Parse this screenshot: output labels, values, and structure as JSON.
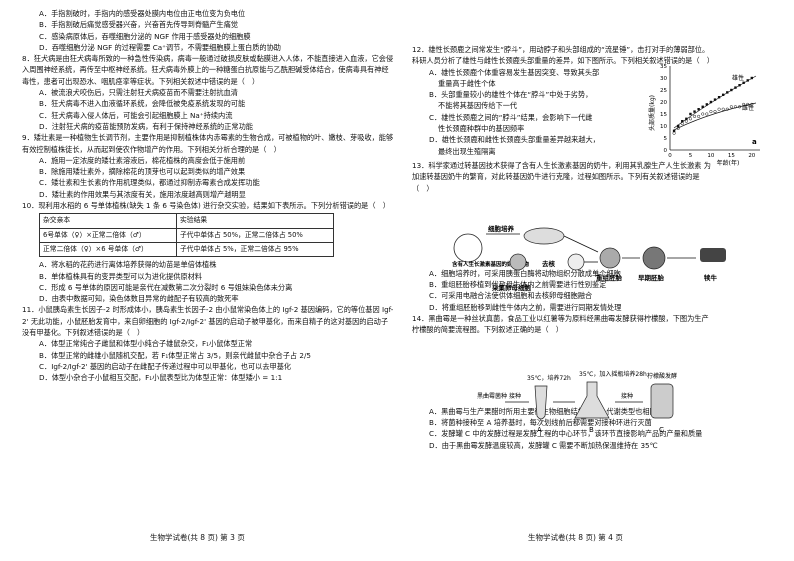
{
  "left": {
    "q7_tail": {
      "options": [
        "A．手指割破时，手指内的感受器处膜内电位由正电位变为负电位",
        "B．手指割破后痛觉感受器兴奋，兴奋首先传导到脊髓产生痛觉",
        "C．感染病原体后，吞噬细胞分泌的 NGF 作用于感受器处的细胞膜",
        "D．吞噬细胞分泌 NGF 的过程需要 Ca⁺调节，不需要细胞膜上蛋白质的协助"
      ]
    },
    "q8": {
      "stem": "8．狂犬病是由狂犬病毒所致的一种急性传染病，病毒一般通过破损皮肤或黏膜进入人体，不能直接进入血液，它会侵入周围神经系统，再传至中枢神经系统。狂犬病毒外膜上的一种糖蛋白抗原能与乙酰胆碱受体结合，使病毒具有神经毒性，患者可出现恐水、咽肌痉挛等症状。下列相关叙述中错误的是（　）",
      "options": [
        "A．被流浪犬咬伤后，只需注射狂犬病疫苗而不需要注射抗血清",
        "B．狂犬病毒不进入血液循环系统，会降低被免疫系统发现的可能",
        "C．狂犬病毒入侵人体后，可能会引起细胞膜上 Na⁺持续内流",
        "D．注射狂犬病的疫苗能预防发病，有利于保持神经系统的正常功能"
      ]
    },
    "q9": {
      "stem": "9．矮壮素是一种植物生长调节剂，主要作用是抑制植株体内赤霉素的生物合成，可被植物的叶、嫩枝、芽吸收，能够有效控制植株徒长，从而起到使农作物增产的作用。下列相关分析合理的是（　）",
      "options": [
        "A．施用一定浓度的矮壮素溶液后，棉花植株的高度会低于施用前",
        "B．除施用矮壮素外，摘除棉花的顶芽也可以起到类似的增产效果",
        "C．矮壮素和生长素的作用机理类似，都通过抑制赤霉素合成发挥功能",
        "D．矮壮素的作用效果与其浓度有关，施用浓度越高则增产越明显"
      ]
    },
    "q10": {
      "stem": "10．现利用水稻的 6 号单体植株(缺失 1 条 6 号染色体) 进行杂交实验，结果如下表所示。下列分析错误的是（　）",
      "table": {
        "header": [
          "杂交亲本",
          "实验结果"
        ],
        "rows": [
          [
            "6号单体（♀）×正常二倍体（♂）",
            "子代中单体占 50%，正常二倍体占 50%"
          ],
          [
            "正常二倍体（♀）×6 号单体（♂）",
            "子代中单体占 5%，正常二倍体占 95%"
          ]
        ]
      },
      "options": [
        "A．将水稻的花药进行离体培养获得的幼苗是单倍体植株",
        "B．单体植株具有的变异类型可以为进化提供原材料",
        "C．形成 6 号单体的原因可能是亲代在减数第二次分裂时 6 号姐妹染色体未分离",
        "D．由表中数据可知，染色体数目异常的雌配子有较高的致死率"
      ]
    },
    "q11": {
      "stem": "11．小鼠胰岛素生长因子-2 时形成体小，胰岛素生长因子-2 由小鼠常染色体上的 Igf-2 基因编码，它的等位基因 Igf-2' 无此功能，小鼠胚胎发育中，来自卵细胞的 Igf-2/Igf-2' 基因的启动子被甲基化，而来自精子的这对基因的启动子没有甲基化。下列叙述错误的是（　）",
      "options": [
        "A．体型正常纯合子雌鼠和体型小纯合子雄鼠杂交，F₁小鼠体型正常",
        "B．体型正常的雌雄小鼠随机交配，若 F₁体型正常占 3/5，则亲代雌鼠中杂合子占 2/5",
        "C．Igf-2/Igf-2' 基因的启动子在雌配子传递过程中可以甲基化，也可以去甲基化",
        "D．体型小杂合子小鼠相互交配，F₁小鼠表型比为体型正常：体型矮小 = 1:1"
      ]
    },
    "footer": "生物学试卷(共 8 页) 第 3 页"
  },
  "right": {
    "q12": {
      "stem_lines": [
        "12．雄性长颈鹿之间常发生“脖斗”，用动脖子和头部组成的“流星锤”，击打对手的薄弱部位。",
        "科研人员分析了雄性与雌性长颈鹿头部重量的差异，如下图所示。下列相关叙述错误的是（　）"
      ],
      "options": [
        "A．雄性长颈鹿个体重容易发生基因突变、导致其头部",
        "重量高于雌性个体",
        "B．头部重量较小的雄性个体在“脖斗”中处于劣势，",
        "不能将其基因传给下一代",
        "C．雄性长颈鹿之间的“脖斗”结果，会影响下一代雌",
        "性长颈鹿种群中的基因频率",
        "D．雄性长颈鹿和雌性长颈鹿头部重量差异越来越大，",
        "最终出现生殖隔离"
      ]
    },
    "q13": {
      "stem_lines": [
        "13．科学家通过转基因技术获得了含有人生长激素基因的奶牛，利用其乳腺生产人生长激素 为",
        "加速转基因奶牛的繁育，对此转基因奶牛进行克隆，过程如图所示。下列有关叙述错误的是",
        "（　）"
      ],
      "options": [
        "A．细胞培养时，可采用胰蛋白酶将动物组织分散成单个细胞",
        "B．重组胚胎移植到代孕母牛体内之前需要进行性别鉴定",
        "C．可采用电融合法使供体细胞和去核卵母细胞融合",
        "D．将重组胚胎移到雌性牛体内之前，需要进行同期发情处理"
      ]
    },
    "q14": {
      "stem_lines": [
        "14．黑曲霉是一种丝状真菌，食品工业以红薯等为原料经黑曲霉发酵获得柠檬酸，下图为生产",
        "柠檬酸的简要流程图。下列叙述正确的是（　）"
      ],
      "options": [
        "A．黑曲霉与生产果醋时所用主要微生物细胞结构相同，代谢类型也相同",
        "B．将菌种接种至 A 培养基时，每次划线前后都需要对接种环进行灭菌",
        "C．发酵罐 C 中的发酵过程是发酵工程的中心环节，该环节直接影响产品的产量和质量",
        "D．由于黑曲霉发酵温度较高，发酵罐 C 需要不断加热保温维持在 35℃"
      ]
    },
    "footer": "生物学试卷(共 8 页) 第 4 页"
  },
  "figures": {
    "chart": {
      "ylabel": "头部质量(kg)",
      "xlabel": "年龄(年)",
      "ytick_labels": [
        "35",
        "30",
        "25",
        "20",
        "15",
        "10",
        "5",
        "0"
      ],
      "xtick_labels": [
        "0",
        "5",
        "10",
        "15",
        "20"
      ],
      "male_label": "雄性",
      "female_label": "雌性",
      "sub_label": "a"
    },
    "flow": {
      "cow_label": "含有人生长激素基因的奶牛细胞",
      "step1": "细胞培养",
      "remove_nucleus": "去核",
      "egg_label": "采集卵母细胞",
      "embryo": "重组胚胎",
      "early_embryo": "早期胚胎",
      "calf": "犊牛"
    },
    "ferm": {
      "temp": "35℃，培养72h",
      "temp2": "35℃，加入摇瓶培养28h",
      "product": "柠檬酸发酵",
      "strain": "黑曲霉菌种",
      "inoc": "接种",
      "a": "A",
      "b": "B",
      "c": "C"
    }
  },
  "chart_data": {
    "type": "scatter",
    "xlabel": "年龄(年)",
    "ylabel": "头部质量(kg)",
    "xlim": [
      0,
      22
    ],
    "ylim": [
      0,
      35
    ],
    "series": [
      {
        "name": "雄性",
        "points": [
          [
            1,
            8
          ],
          [
            2,
            10
          ],
          [
            3,
            12
          ],
          [
            4,
            13
          ],
          [
            5,
            15
          ],
          [
            6,
            16
          ],
          [
            7,
            17
          ],
          [
            8,
            18
          ],
          [
            9,
            19
          ],
          [
            10,
            20
          ],
          [
            11,
            21
          ],
          [
            12,
            22
          ],
          [
            13,
            23
          ],
          [
            14,
            24
          ],
          [
            15,
            25
          ],
          [
            16,
            26
          ],
          [
            17,
            27
          ],
          [
            18,
            28
          ],
          [
            19,
            29
          ],
          [
            20,
            30
          ]
        ]
      },
      {
        "name": "雌性",
        "points": [
          [
            1,
            7
          ],
          [
            2,
            9
          ],
          [
            3,
            11
          ],
          [
            4,
            12
          ],
          [
            5,
            13
          ],
          [
            6,
            14
          ],
          [
            7,
            14
          ],
          [
            8,
            15
          ],
          [
            9,
            15
          ],
          [
            10,
            16
          ],
          [
            11,
            16
          ],
          [
            12,
            17
          ],
          [
            13,
            17
          ],
          [
            14,
            17
          ],
          [
            15,
            18
          ],
          [
            16,
            18
          ],
          [
            17,
            18
          ],
          [
            18,
            19
          ],
          [
            19,
            19
          ],
          [
            20,
            19
          ]
        ]
      }
    ]
  }
}
